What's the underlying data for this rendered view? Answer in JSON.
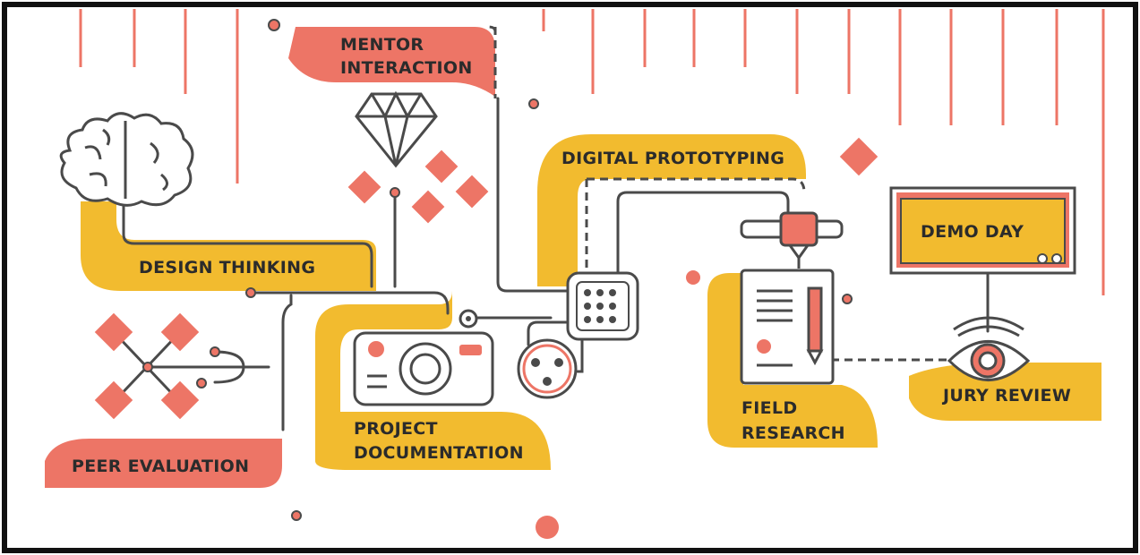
{
  "labels": {
    "mentor_interaction_line1": "MENTOR",
    "mentor_interaction_line2": "INTERACTION",
    "digital_prototyping": "DIGITAL PROTOTYPING",
    "design_thinking": "DESIGN THINKING",
    "demo_day": "DEMO DAY",
    "project_documentation_line1": "PROJECT",
    "project_documentation_line2": "DOCUMENTATION",
    "field_research_line1": "FIELD",
    "field_research_line2": "RESEARCH",
    "jury_review": "JURY REVIEW",
    "peer_evaluation": "PEER EVALUATION"
  },
  "colors": {
    "yellow": "#f2bb2f",
    "coral": "#ed7566",
    "line": "#4a4a4a",
    "frame": "#111111",
    "background": "#ffffff"
  },
  "icons": [
    "brain-icon",
    "diamond-gem-icon",
    "camera-icon",
    "film-reel-icon",
    "keypad-icon",
    "3d-printer-icon",
    "document-pencil-icon",
    "monitor-icon",
    "eye-icon",
    "network-node-icon"
  ]
}
